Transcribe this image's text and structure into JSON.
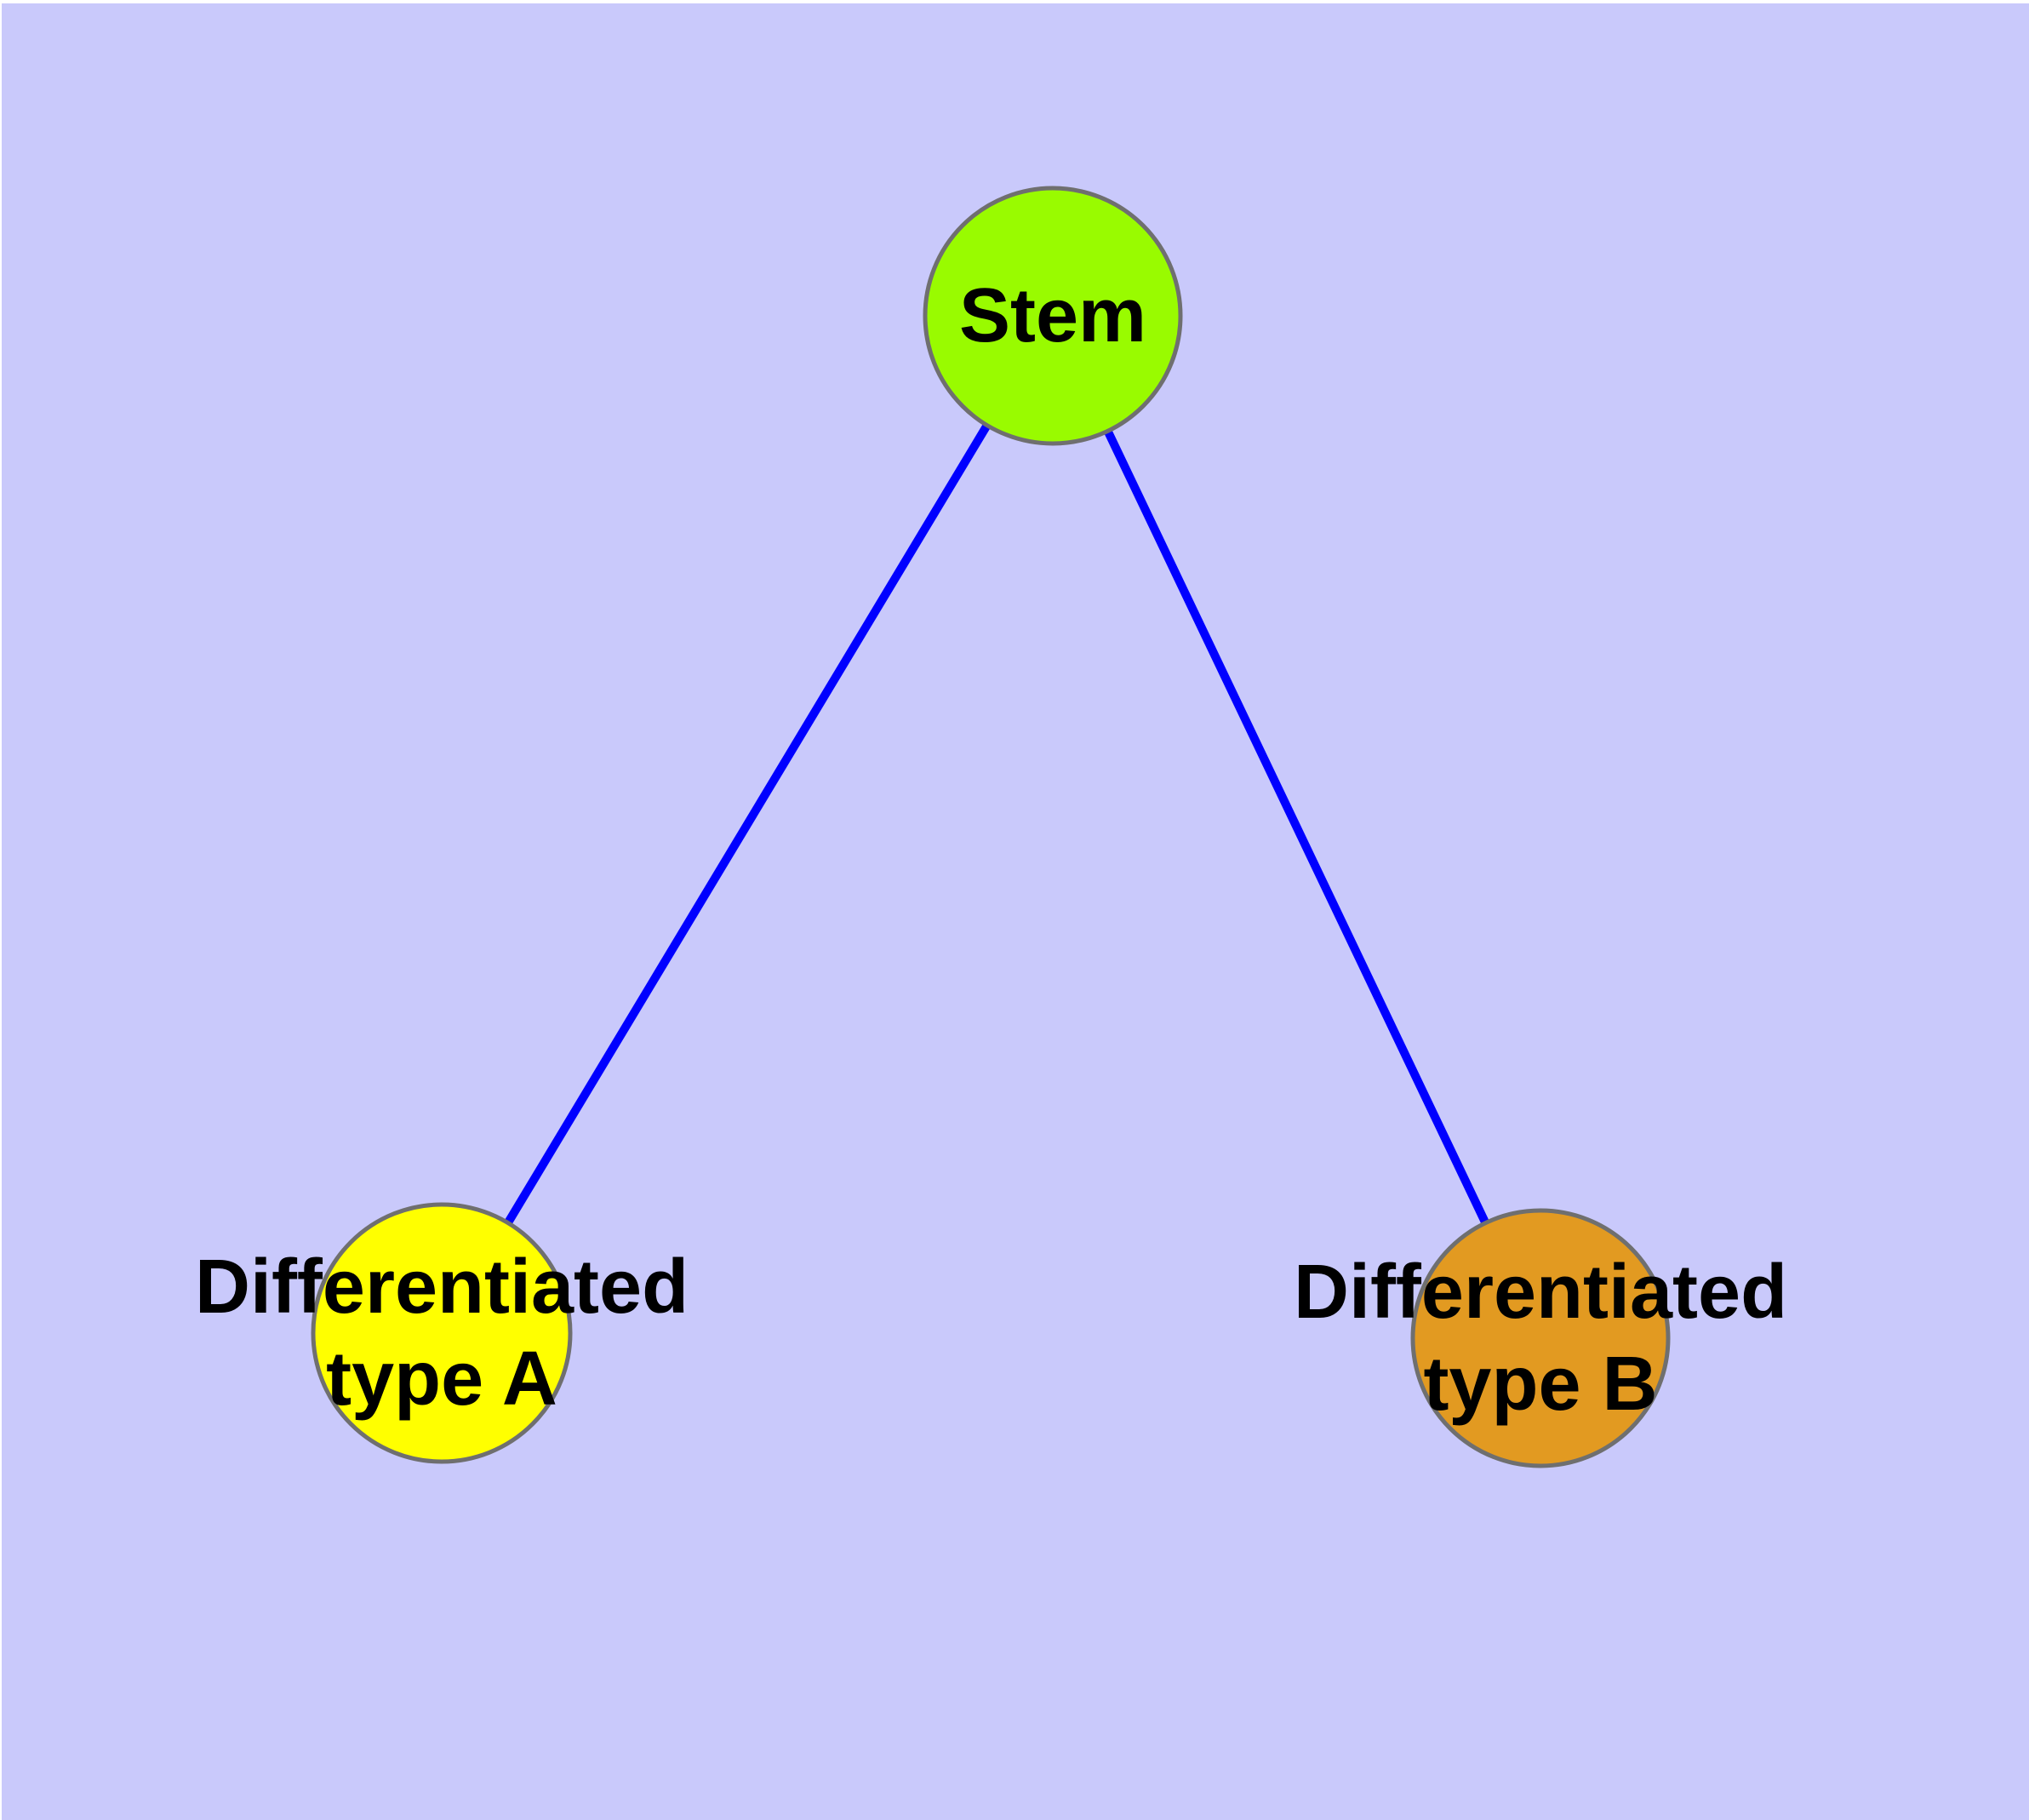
{
  "diagram": {
    "type": "graph",
    "background_color": "#c9c9fb",
    "margin_color": "#ffffff",
    "edge_color": "#0000ff",
    "node_border_color": "#6f6f6f",
    "label_color": "#000000",
    "nodes": [
      {
        "id": "stem",
        "label": "Stem",
        "label_lines": [
          "Stem"
        ],
        "fill": "#99fb00"
      },
      {
        "id": "differentiated-type-a",
        "label": "Differentiated type A",
        "label_lines": [
          "Differentiated",
          "type A"
        ],
        "fill": "#ffff00"
      },
      {
        "id": "differentiated-type-b",
        "label": "Differentiated type B",
        "label_lines": [
          "Differentiated",
          "type B"
        ],
        "fill": "#e29a21"
      }
    ],
    "edges": [
      {
        "from": "Stem",
        "to": "Differentiated type A",
        "color": "#0000ff"
      },
      {
        "from": "Stem",
        "to": "Differentiated type B",
        "color": "#0000ff"
      }
    ]
  }
}
